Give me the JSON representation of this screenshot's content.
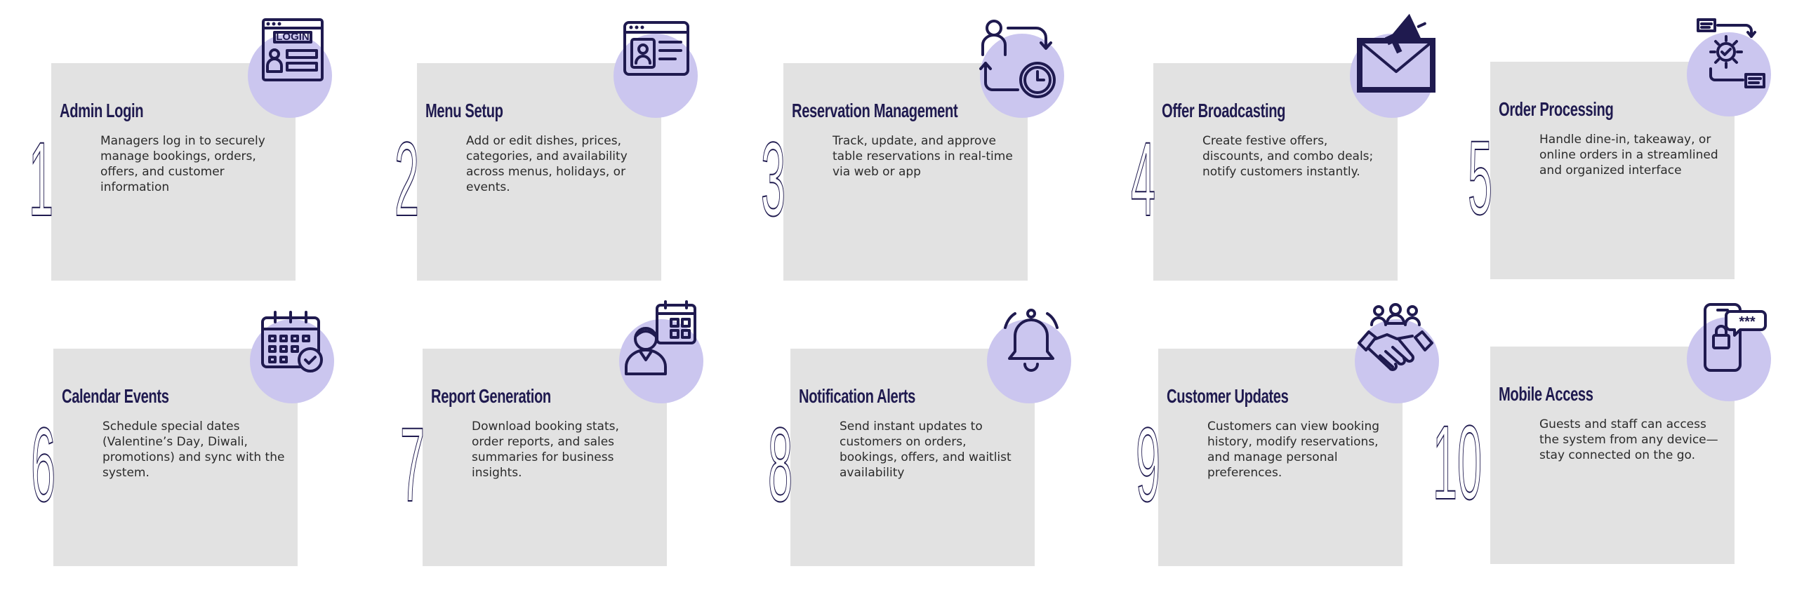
{
  "steps": [
    {
      "num": "1",
      "title": "Admin Login",
      "icon": "login-window-icon",
      "desc": "Managers log in to securely manage bookings, orders, offers, and customer information",
      "icon_text": "LOGIN"
    },
    {
      "num": "2",
      "title": "Menu Setup",
      "icon": "id-card-window-icon",
      "desc": "Add or edit dishes, prices, categories, and availability across menus, holidays, or events."
    },
    {
      "num": "3",
      "title": "Reservation Management",
      "icon": "person-clock-cycle-icon",
      "desc": "Track, update, and approve table reservations in real-time via web or app"
    },
    {
      "num": "4",
      "title": "Offer Broadcasting",
      "icon": "megaphone-envelope-icon",
      "desc": "Create festive offers, discounts, and combo deals; notify customers instantly."
    },
    {
      "num": "5",
      "title": "Order Processing",
      "icon": "gear-workflow-icon",
      "desc": "Handle dine-in, takeaway, or online orders in a streamlined and organized interface"
    },
    {
      "num": "6",
      "title": "Calendar Events",
      "icon": "calendar-check-icon",
      "desc": "Schedule special dates (Valentine’s Day, Diwali, promotions) and sync with the system."
    },
    {
      "num": "7",
      "title": "Report Generation",
      "icon": "person-calendar-icon",
      "desc": "Download booking stats, order reports, and sales summaries for business insights."
    },
    {
      "num": "8",
      "title": "Notification Alerts",
      "icon": "bell-icon",
      "desc": "Send instant updates to customers on orders, bookings, offers, and waitlist availability"
    },
    {
      "num": "9",
      "title": "Customer Updates",
      "icon": "handshake-group-icon",
      "desc": "Customers can view booking history, modify reservations, and manage personal preferences."
    },
    {
      "num": "10",
      "title": "Mobile Access",
      "icon": "phone-password-icon",
      "desc": "Guests and staff can access the system from any device—stay connected on the go.",
      "icon_text": "***"
    }
  ],
  "colors": {
    "panel": "#e2e2e2",
    "circle": "#cbc6ef",
    "ink": "#1f1a4f",
    "text": "#2b2b2b"
  }
}
